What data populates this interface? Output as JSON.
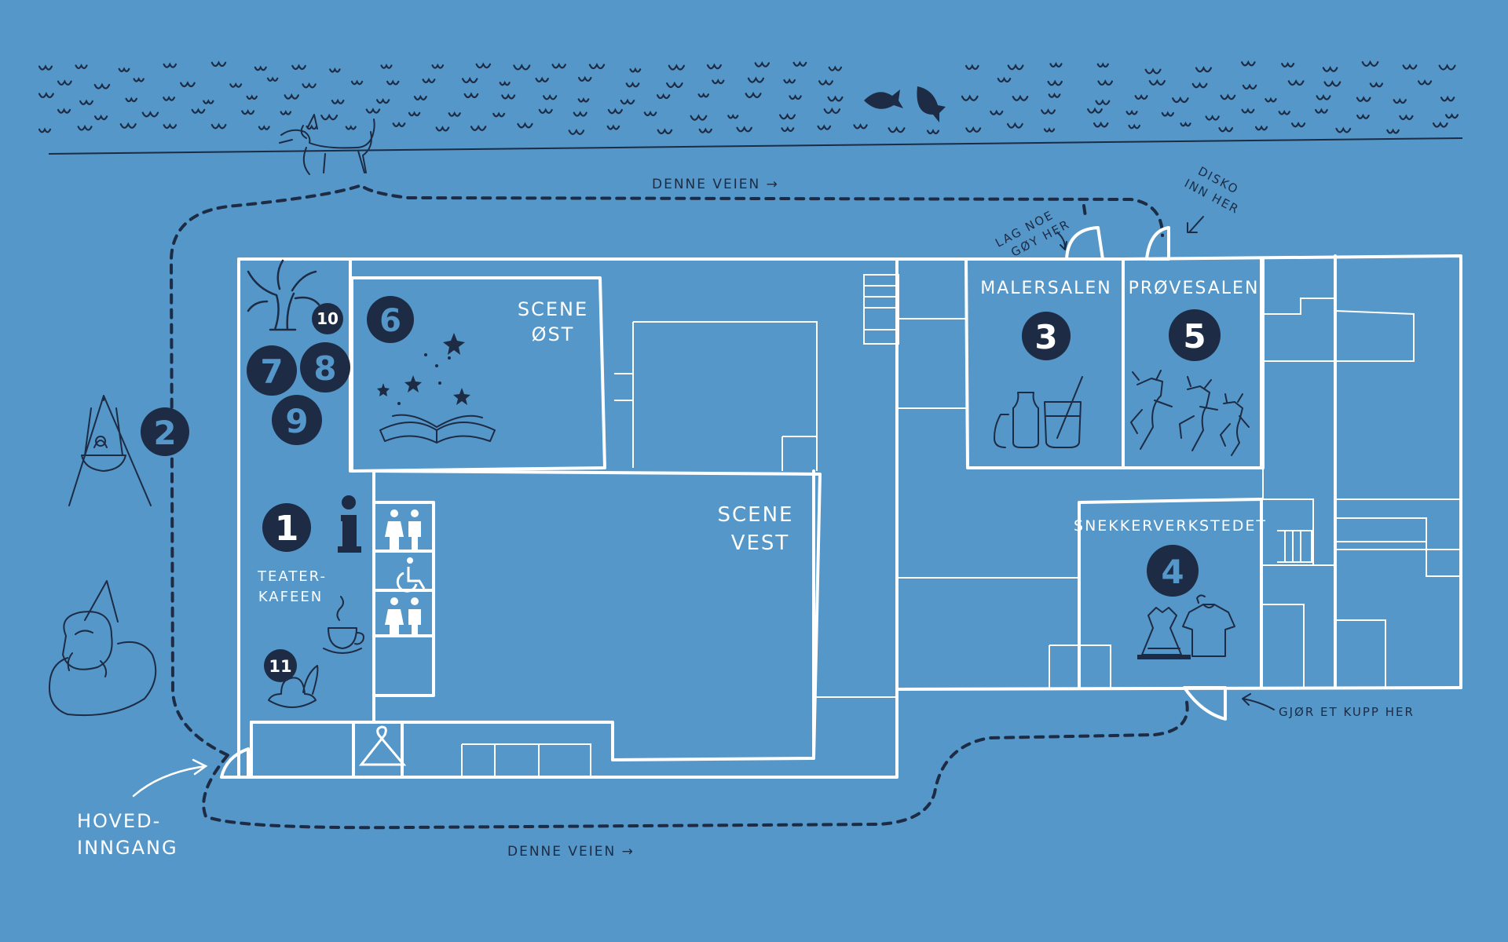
{
  "colors": {
    "background": "#5497c8",
    "ink": "#1d2b44",
    "lines": "#ffffff"
  },
  "rooms": {
    "scene_ost": [
      "SCENE",
      "ØST"
    ],
    "scene_vest": [
      "SCENE",
      "VEST"
    ],
    "malersalen": "MALERSALEN",
    "provesalen": "PRØVESALEN",
    "snekkerverkstedet": "SNEKKERVERKSTEDET",
    "teaterkafeen": [
      "TEATER-",
      "KAFEEN"
    ]
  },
  "markers": {
    "m1": "1",
    "m2": "2",
    "m3": "3",
    "m4": "4",
    "m5": "5",
    "m6": "6",
    "m7": "7",
    "m8": "8",
    "m9": "9",
    "m10": "10",
    "m11": "11",
    "info": "i"
  },
  "annotations": {
    "path_top": "DENNE VEIEN →",
    "path_bottom": "DENNE VEIEN →",
    "lag_noe": [
      "LAG NOE",
      "GØY HER"
    ],
    "disko": [
      "DISKO",
      "INN HER"
    ],
    "kupp": "GJØR ET KUPP HER",
    "hovedinngang": [
      "HOVED-",
      "INNGANG"
    ]
  },
  "icons": [
    "tree-icon",
    "book-with-stars-icon",
    "paint-jars-icon",
    "dancing-goats-icon",
    "dress-and-shirt-icon",
    "info-icon",
    "restroom-icon",
    "wheelchair-icon",
    "coffee-cup-icon",
    "hat-icon",
    "coat-hanger-icon",
    "swing-icon",
    "dog-with-hat-icon",
    "fish-icon",
    "baby-with-party-hat-icon"
  ]
}
